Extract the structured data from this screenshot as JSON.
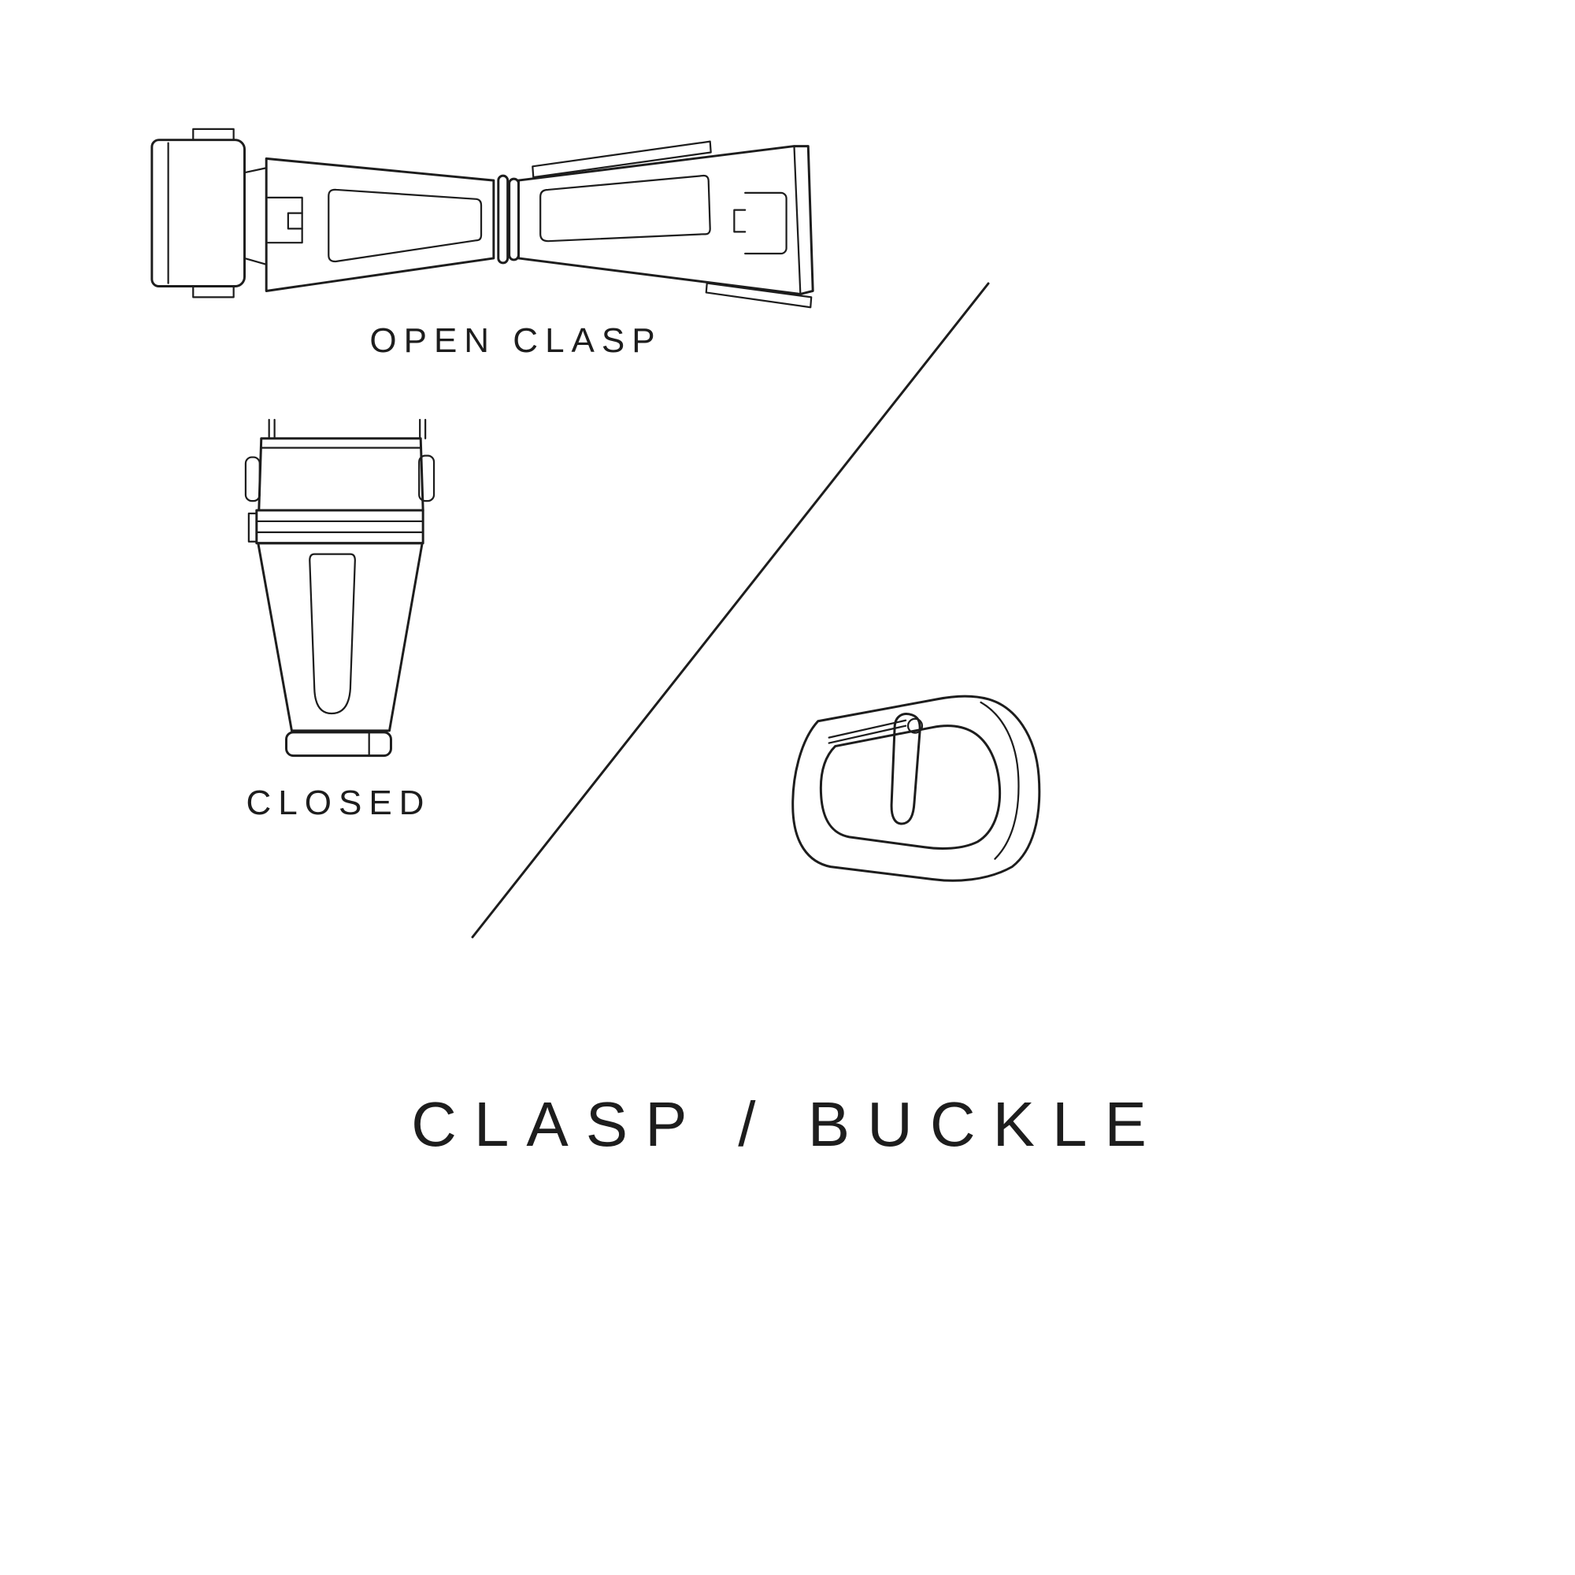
{
  "colors": {
    "background": "#ffffff",
    "ink": "#1d1d1d"
  },
  "figures": {
    "open_clasp": {
      "label": "OPEN CLASP",
      "icon": "open-clasp-illustration"
    },
    "closed_clasp": {
      "label": "CLOSED",
      "icon": "closed-clasp-illustration"
    },
    "buckle": {
      "icon": "tang-buckle-illustration"
    },
    "divider": {
      "icon": "diagonal-divider-line"
    }
  },
  "title": "CLASP / BUCKLE"
}
